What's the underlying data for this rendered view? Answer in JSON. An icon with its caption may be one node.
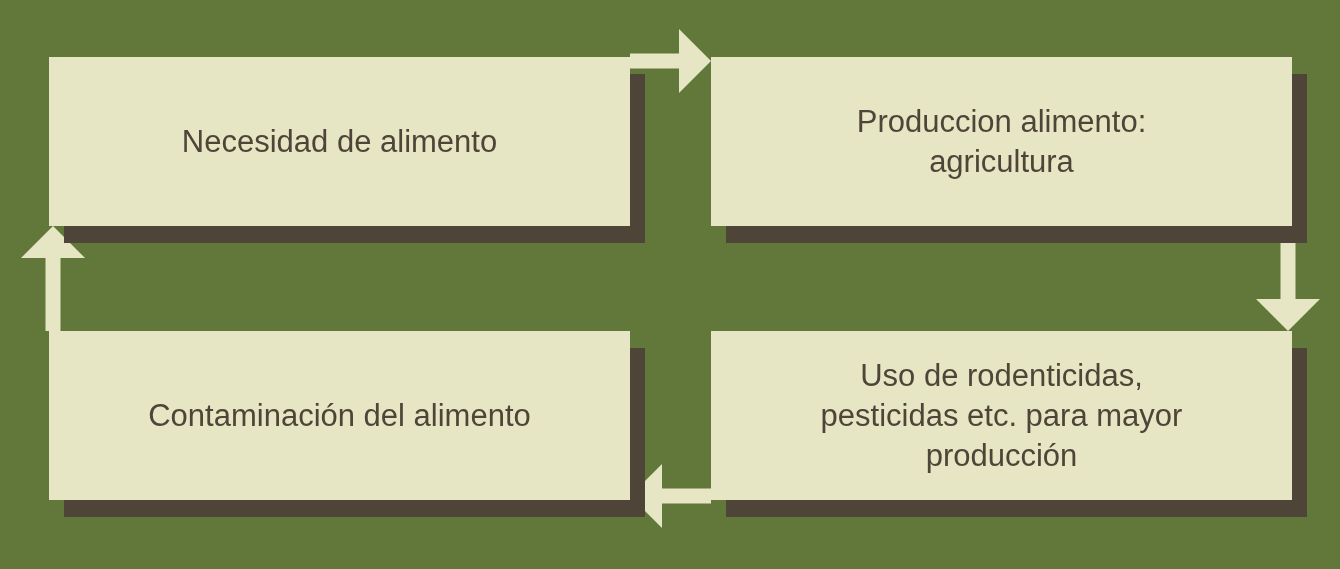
{
  "diagram": {
    "nodes": [
      {
        "text": [
          "Necesidad de alimento"
        ]
      },
      {
        "text": [
          "Produccion alimento: agricultura"
        ]
      },
      {
        "text": [
          "Contaminación del alimento"
        ]
      },
      {
        "text": [
          "Uso de rodenticidas, pesticidas etc. para mayor producción"
        ]
      }
    ],
    "edges": [
      {
        "from": 0,
        "to": 1,
        "arrow": "to"
      },
      {
        "from": 1,
        "to": 3,
        "arrow": "to"
      },
      {
        "from": 3,
        "to": 2,
        "arrow": "to"
      },
      {
        "from": 2,
        "to": 0,
        "arrow": "to"
      }
    ]
  }
}
